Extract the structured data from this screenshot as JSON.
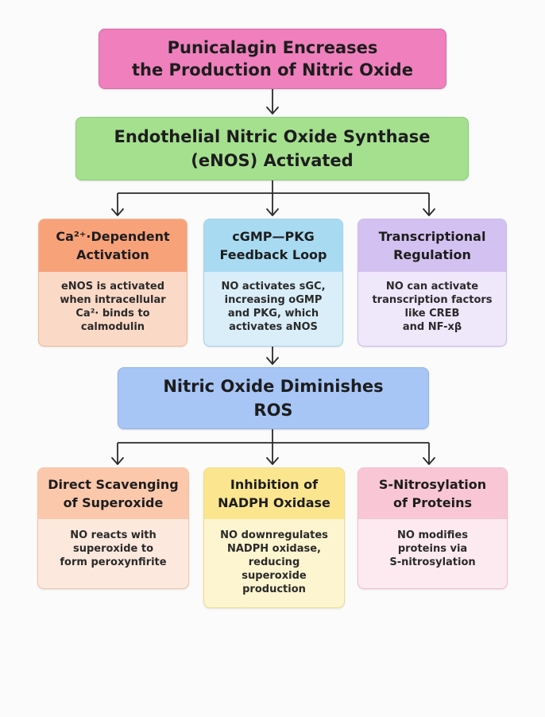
{
  "diagram": {
    "top": "Punicalagin Encreases\nthe Production of Nitric Oxide",
    "enos": "Endothelial Nitric Oxide Synthase\n(eNOS) Activated",
    "mechanisms": [
      {
        "title": "Ca²⁺·Dependent\nActivation",
        "body": "eNOS is activated\nwhen intracellular\nCa²· binds to\ncalmodulin"
      },
      {
        "title": "cGMP—PKG\nFeedback Loop",
        "body": "NO activates sGC,\nincreasing oGMP\nand PKG, which\nactivates aNOS"
      },
      {
        "title": "Transcriptional\nRegulation",
        "body": "NO can activate\ntranscription factors\nlike CREB\nand NF-xβ"
      }
    ],
    "ros": "Nitric Oxide Diminishes\nROS",
    "effects": [
      {
        "title": "Direct Scavenging\nof Superoxide",
        "body": "NO reacts with\nsuperoxide to\nform peroxynfirite"
      },
      {
        "title": "Inhibition of\nNADPH Oxidase",
        "body": "NO downregulates\nNADPH oxidase,\nreducing\nsuperoxide\nproduction"
      },
      {
        "title": "S-Nitrosylation\nof Proteins",
        "body": "NO modifies\nproteins via\nS-nitrosylation"
      }
    ]
  }
}
